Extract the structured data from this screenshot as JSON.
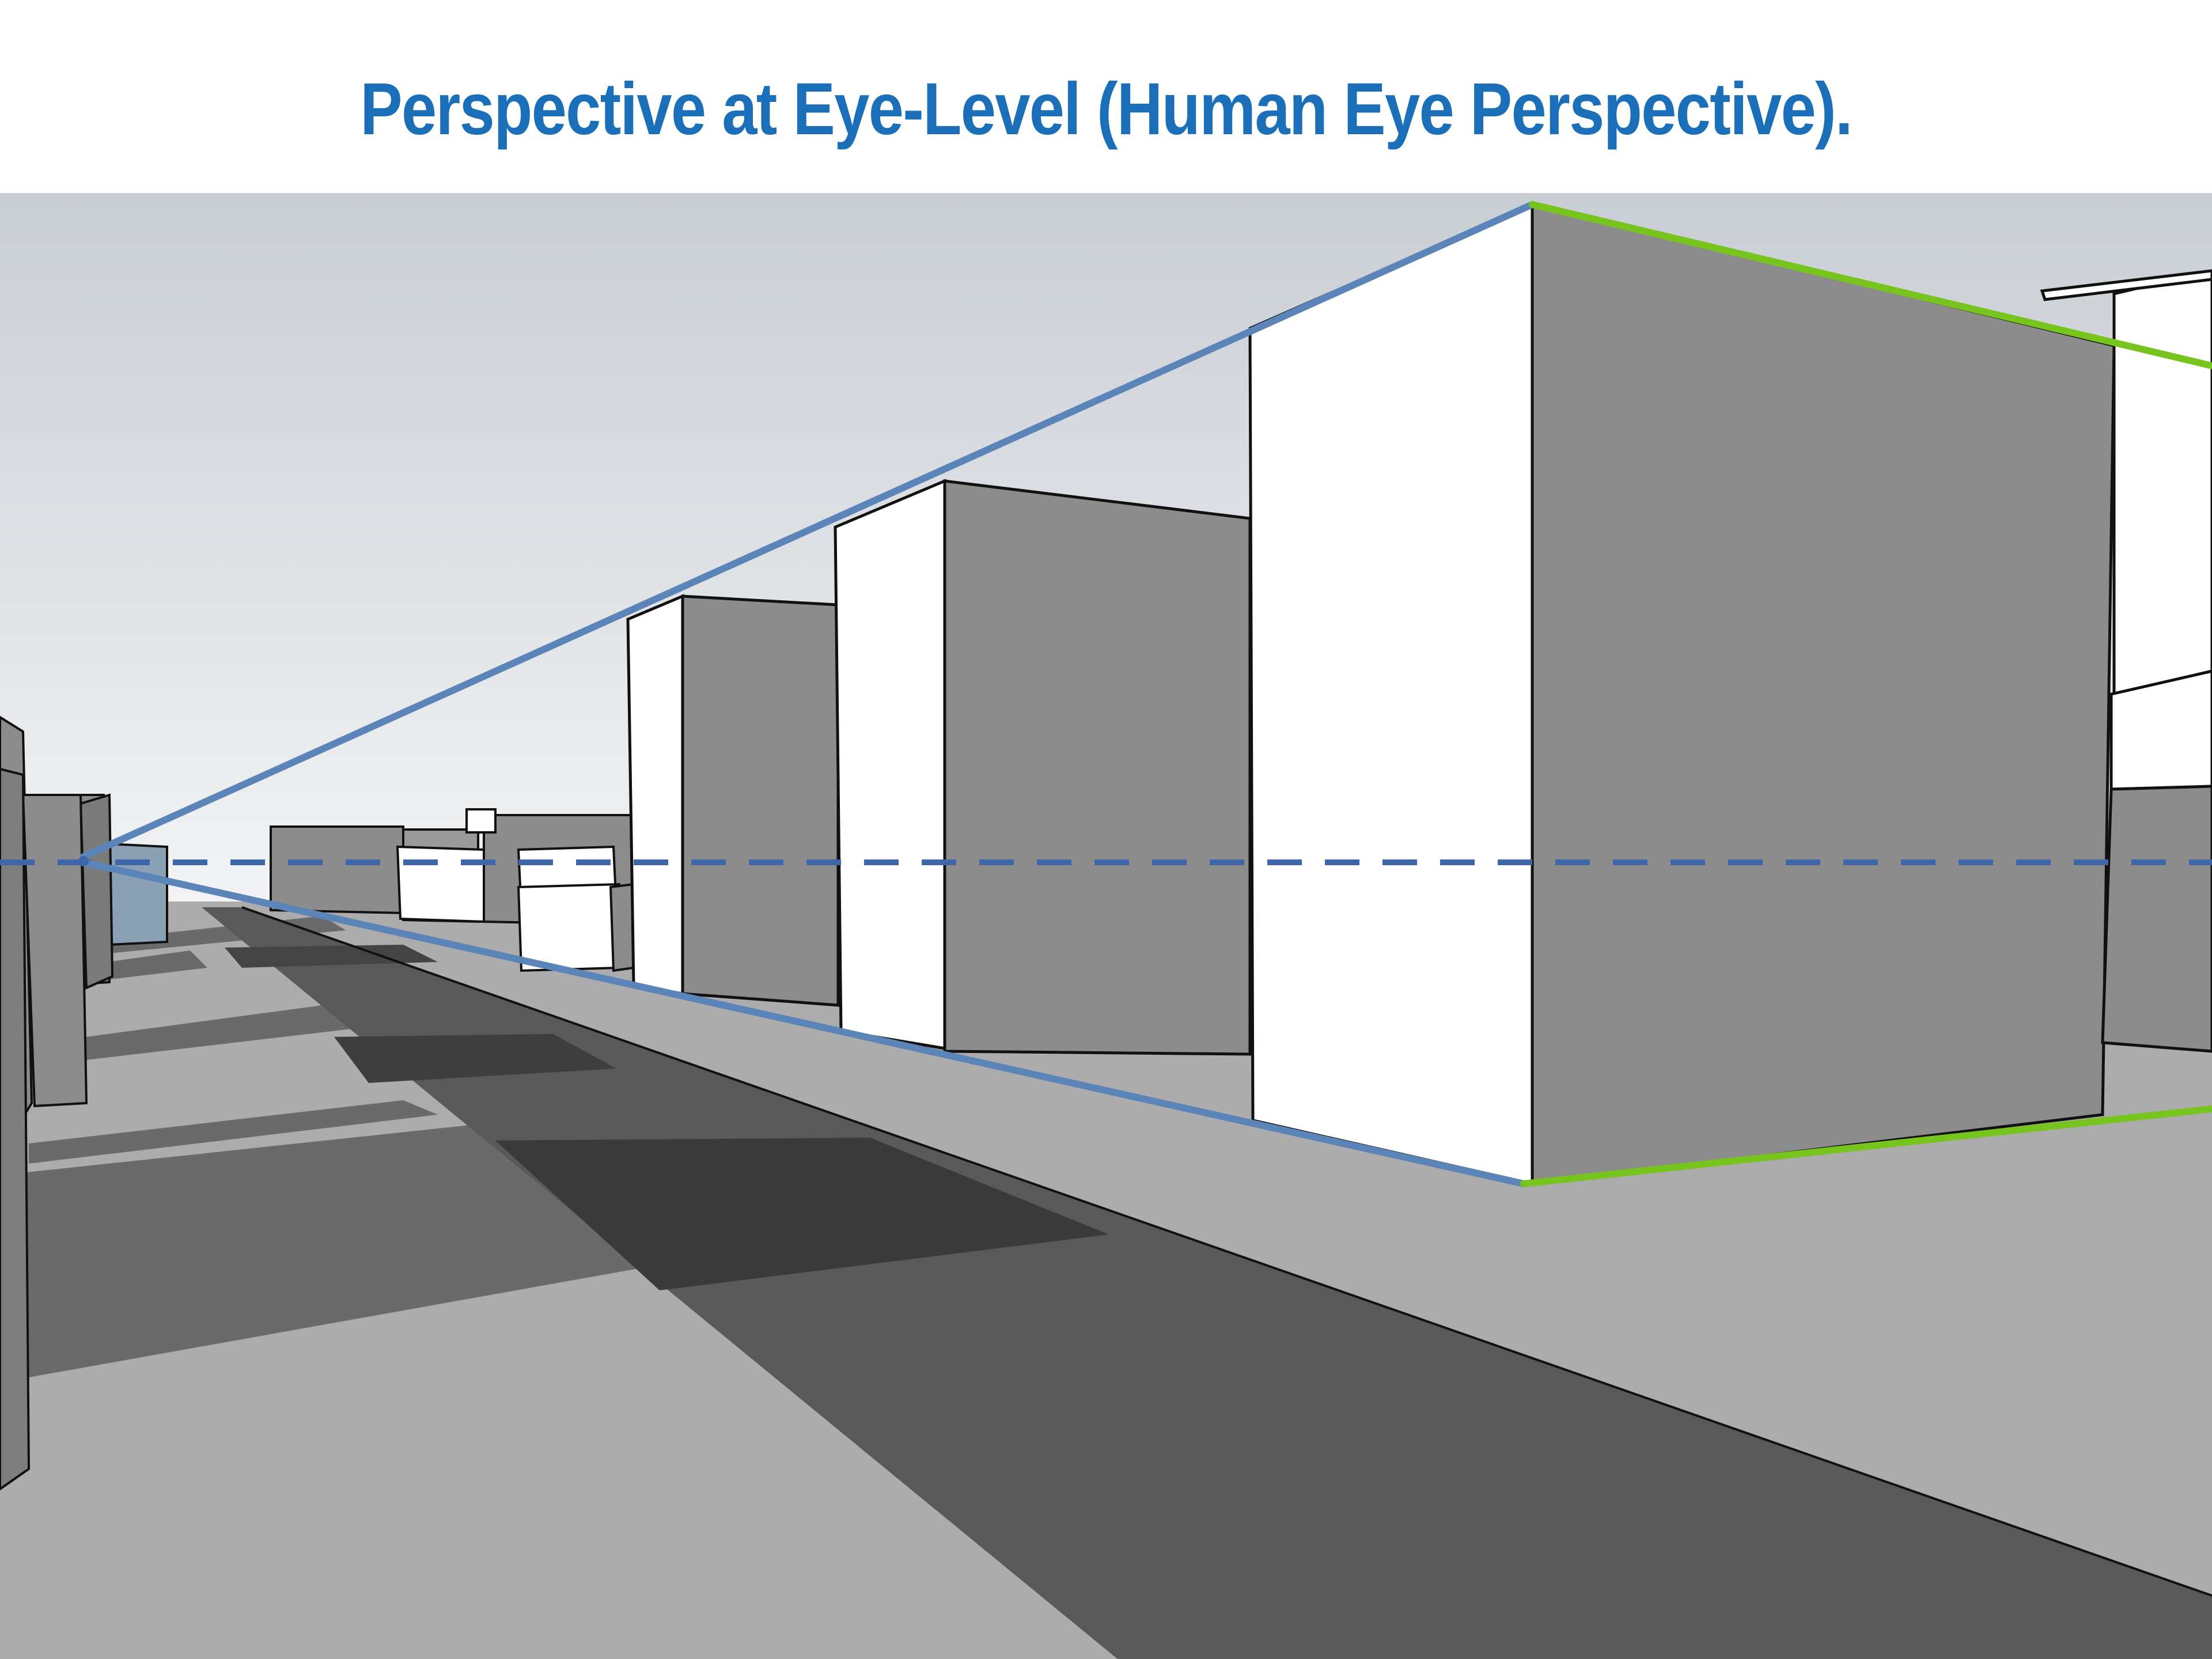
{
  "title": "Perspective at Eye-Level (Human Eye Perspective).",
  "colors": {
    "title": "#1a6fb8",
    "perspective_lines": "#5b84b8",
    "horizon_line": "#3f66a6",
    "near_edge_lines": "#78c41e",
    "sky_top": "#c9ced4",
    "sky_bottom": "#f2f3f4",
    "ground": "#acacac",
    "road": "#595959",
    "lit_face": "#ffffff",
    "shade_face": "#8c8c8c",
    "shadow": "#6a6a6a"
  },
  "diagram": {
    "vanishing_point": "single vanishing point on the horizon (eye level)",
    "horizon_style": "dashed",
    "elements": [
      "horizon-line",
      "vanishing-point",
      "perspective-lines",
      "receding-buildings",
      "road"
    ]
  }
}
